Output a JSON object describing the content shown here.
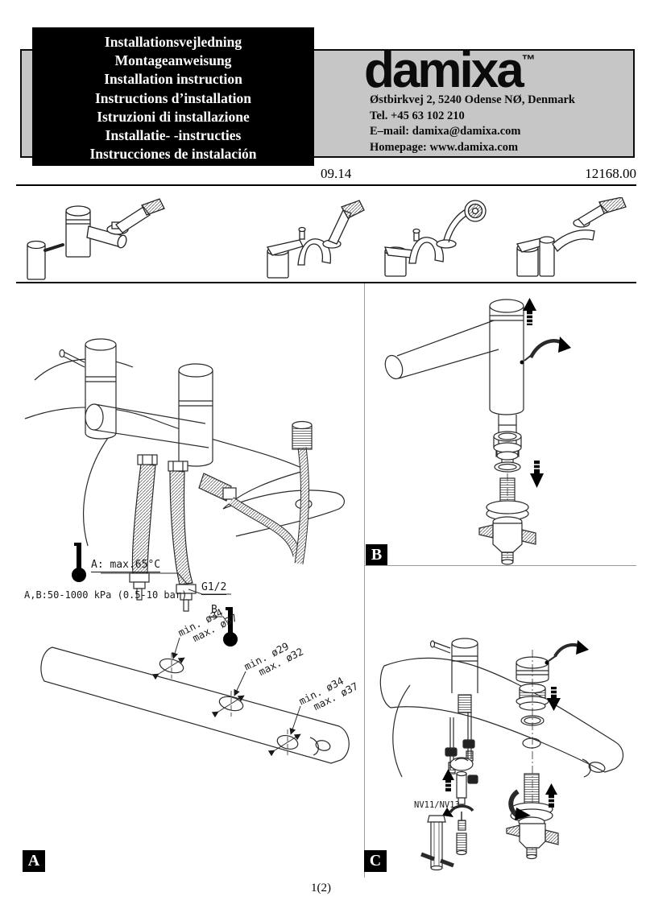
{
  "header": {
    "languages": [
      "Installationsvejledning",
      "Montageanweisung",
      "Installation instruction",
      "Instructions d’installation",
      "Istruzioni di installazione",
      "Installatie- -instructies",
      "Instrucciones de instalación"
    ],
    "brand": {
      "name": "damixa",
      "tm": "™"
    },
    "address": [
      "Østbirkvej 2, 5240 Odense NØ, Denmark",
      "Tel. +45 63 102 210",
      "E–mail: damixa@damixa.com",
      "Homepage: www.damixa.com"
    ],
    "date_code": "09.14",
    "doc_number": "12168.00"
  },
  "panels": {
    "a": {
      "label": "A",
      "temp_label": "A: max.65°C",
      "pressure_label": "A,B:50-1000 kPa (0.5-10 bar)",
      "thread_label": "G1/2",
      "temp_b_letter": "B",
      "dims": [
        {
          "min": "min. ø34",
          "max": "max. ø37"
        },
        {
          "min": "min. ø29",
          "max": "max. ø32"
        },
        {
          "min": "min. ø34",
          "max": "max. ø37"
        }
      ]
    },
    "b": {
      "label": "B"
    },
    "c": {
      "label": "C",
      "tool_label": "NV11/NV13"
    }
  },
  "footer": {
    "page_number": "1(2)"
  },
  "colors": {
    "band_gray": "#c6c6c6",
    "divider_gray": "#9a9a9a",
    "ink": "#000000"
  }
}
